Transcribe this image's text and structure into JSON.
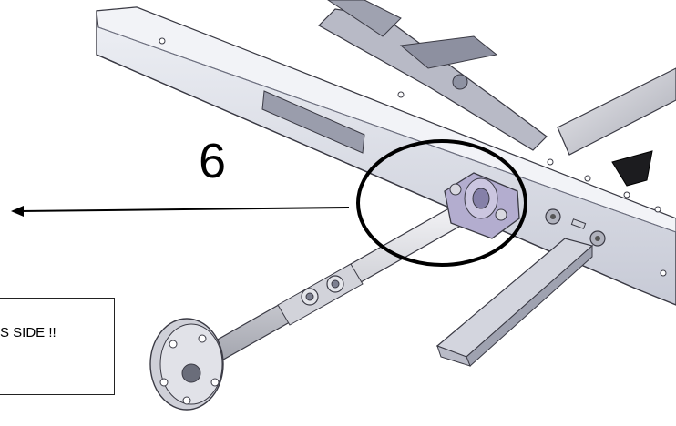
{
  "diagram": {
    "step_number": "6",
    "note_text": "S SIDE !!",
    "colors": {
      "frame_light": "#dfe1ea",
      "frame_mid": "#c4c7d3",
      "frame_dark": "#8e92a2",
      "shaft": "#d9dadf",
      "bearing": "#a9a3c7",
      "outline": "#3a3a44",
      "callout": "#000000"
    },
    "icons": [
      "left-arrow-icon",
      "callout-ellipse",
      "bolt-icon"
    ]
  }
}
